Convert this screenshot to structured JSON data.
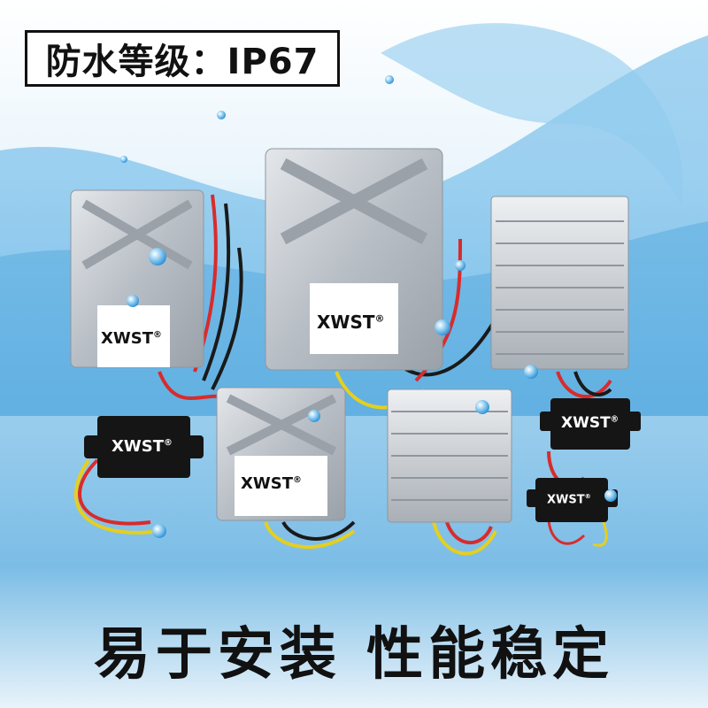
{
  "badge_text": "防水等级：IP67",
  "bottom_text": "易于安装   性能稳定",
  "brand": "XWST",
  "registered_mark": "®",
  "colors": {
    "water": "#4aa7e0",
    "water_light": "#bfe3f7",
    "housing": "#c9ced4",
    "housing_dark": "#8f969e",
    "wire_red": "#d92b2b",
    "wire_black": "#1a1a1a",
    "wire_yellow": "#e5cf1f"
  }
}
